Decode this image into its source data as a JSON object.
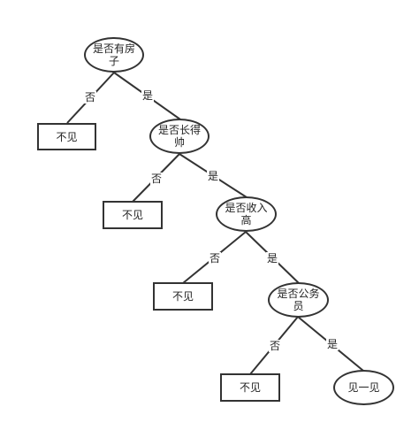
{
  "nodes": {
    "root": {
      "line1": "是否有房",
      "line2": "子"
    },
    "handsome": {
      "line1": "是否长得",
      "line2": "帅"
    },
    "income": {
      "line1": "是否收入",
      "line2": "高"
    },
    "civil": {
      "line1": "是否公务",
      "line2": "员"
    },
    "meet": {
      "label": "见一见"
    },
    "leaf1": {
      "label": "不见"
    },
    "leaf2": {
      "label": "不见"
    },
    "leaf3": {
      "label": "不见"
    },
    "leaf4": {
      "label": "不见"
    }
  },
  "edges": {
    "no_label": "否",
    "yes_label": "是"
  },
  "colors": {
    "stroke": "#333333",
    "text": "#222222",
    "background": "#ffffff"
  }
}
